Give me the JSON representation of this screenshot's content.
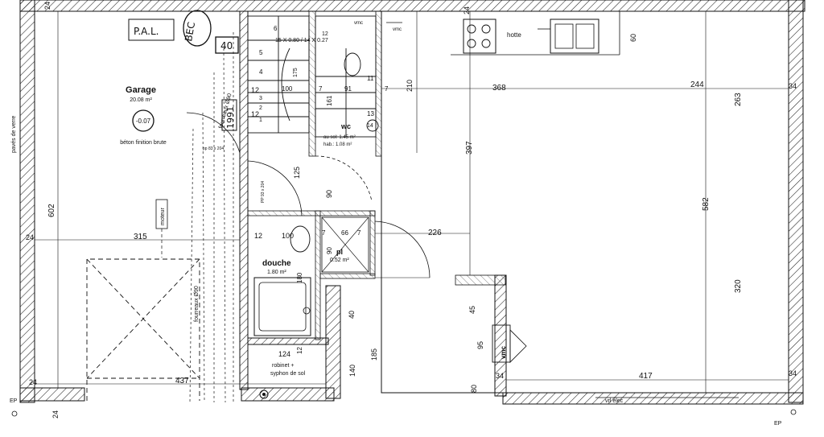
{
  "rooms": {
    "garage": {
      "name": "Garage",
      "area": "20.08 m²",
      "level": "-0.07",
      "finish": "béton finition brute"
    },
    "douche": {
      "name": "douche",
      "area": "1.80 m²"
    },
    "wc": {
      "name": "wc",
      "area_sol": "au sol: 1.45 m²",
      "area_hab": "hab.: 1.08 m²"
    },
    "placard": {
      "name": "pl",
      "area": "0.52 m²"
    },
    "kitchen": {
      "hood": "hotte"
    }
  },
  "labels": {
    "pavés_de_verre": "pavés de verre",
    "moteur": "moteur",
    "robinet": "robinet +",
    "syphon": "syphon de sol",
    "vr_elec": "vrl élec",
    "vmc": "vmc",
    "vmc2": "vmc",
    "fourreaux": "fourreaux Ø90",
    "fourreaux2": "fourreaux Ø90",
    "ep_left": "EP",
    "ep_right": "EP",
    "pp1": "PP 93 x 204",
    "pp2": "PP 93 x 204",
    "pp3": "pp 83 x 204",
    "stair": "15 X 0.80 / 14 X 0.27"
  },
  "annotations": {
    "pal": "P.A.L.",
    "bec": "BEC",
    "num40": "40",
    "num1991": "1991"
  },
  "dimensions": {
    "d24a": "24",
    "d24b": "24",
    "d24c": "24",
    "d24d": "24",
    "d24e": "24",
    "d34a": "34",
    "d34b": "34",
    "d34c": "34",
    "d602": "602",
    "d315": "315",
    "d437": "437",
    "d125": "125",
    "d100a": "100",
    "d100b": "100",
    "d12a": "12",
    "d12b": "12",
    "d12c": "12",
    "d12d": "12",
    "d12e": "12",
    "d7a": "7",
    "d7b": "7",
    "d7c": "7",
    "d7d": "7",
    "d91": "91",
    "d161": "161",
    "d210": "210",
    "d368": "368",
    "d397": "397",
    "d244": "244",
    "d263": "263",
    "d582": "582",
    "d320": "320",
    "d60": "60",
    "d226": "226",
    "d90a": "90",
    "d90b": "90",
    "d66": "66",
    "d180": "180",
    "d124": "124",
    "d140": "140",
    "d185": "185",
    "d40": "40",
    "d45": "45",
    "d95": "95",
    "d80": "80",
    "d417": "417",
    "d175": "175",
    "d14": "14",
    "s1": "1",
    "s2": "2",
    "s3": "3",
    "s4": "4",
    "s5": "5",
    "s6": "6",
    "s11": "11",
    "s13": "13"
  }
}
